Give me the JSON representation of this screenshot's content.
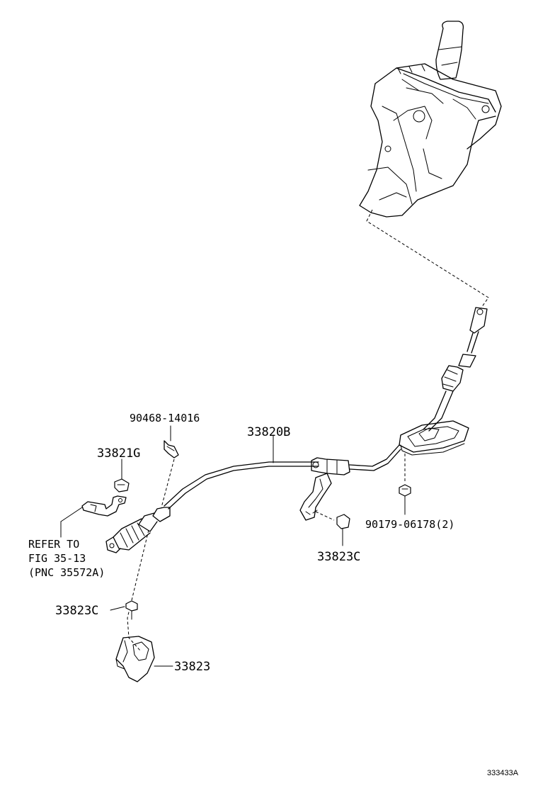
{
  "labels": {
    "clip": "90468-14016",
    "cable": "33820B",
    "grommet": "33821G",
    "refer_line1": "REFER TO",
    "refer_line2": "FIG 35-13",
    "refer_line3": "(PNC 35572A)",
    "bolt_mid": "33823C",
    "nut_right": "90179-06178(2)",
    "bolt_left": "33823C",
    "bracket": "33823",
    "figure_id": "333433A"
  },
  "colors": {
    "line": "#000000",
    "background": "#ffffff"
  }
}
